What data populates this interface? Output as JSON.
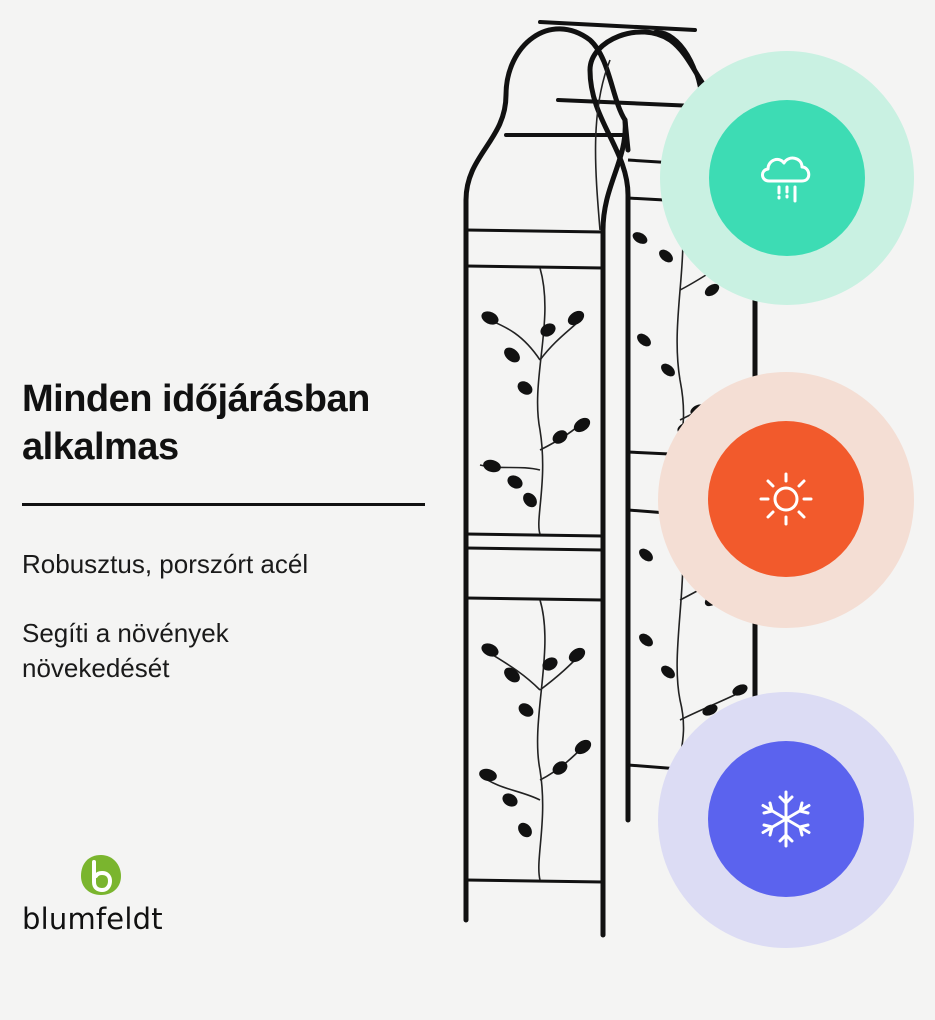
{
  "headline": {
    "line1": "Minden időjárásban",
    "line2": "alkalmas"
  },
  "features": [
    {
      "lines": [
        "Robusztus, porszórt acél"
      ]
    },
    {
      "lines": [
        "Segíti a növények",
        "növekedését"
      ]
    }
  ],
  "brand": {
    "name": "blumfeldt",
    "logo_icon": "leaf-b-logo-icon",
    "color": "#7ab52e"
  },
  "weather_badges": [
    {
      "icon": "rain-cloud-icon",
      "color": "#3ddcb4",
      "halo_color": "#c9f1e2"
    },
    {
      "icon": "sun-icon",
      "color": "#f25a2c",
      "halo_color": "#f4ded4"
    },
    {
      "icon": "snowflake-icon",
      "color": "#5b63ee",
      "halo_color": "#dcdcf4"
    }
  ],
  "product": {
    "icon": "garden-trellis-arch-icon",
    "frame_color": "#111111"
  }
}
